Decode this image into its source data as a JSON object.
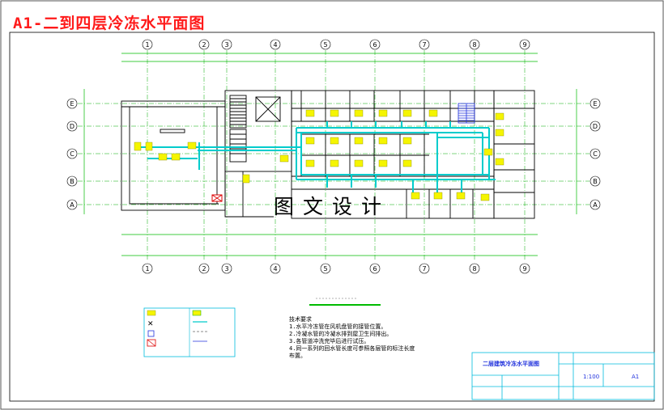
{
  "drawing": {
    "title": "A1-二到四层冷冻水平面图",
    "overlay": "图文设计",
    "grid_columns": [
      "1",
      "2",
      "3",
      "4",
      "5",
      "6",
      "7",
      "8",
      "9"
    ],
    "grid_rows": [
      "E",
      "D",
      "C",
      "B",
      "A"
    ],
    "colors": {
      "pipe": "#00cccc",
      "wall": "#000000",
      "dimension": "#00bb00",
      "grid_line": "#00aa00",
      "fan_coil": "#f5f500",
      "title_red": "#ff1a1a",
      "accent_blue": "#2233dd",
      "table_cyan": "#00bbdd",
      "marker_red": "#dd0000"
    }
  },
  "notes": {
    "header": "技术要求",
    "lines": [
      "1.水平冷冻管在风机盘管的接管位置。",
      "2.冷凝水管的冷凝水排到屋卫生间排出。",
      "3.各管道冲洗完毕后进行试压。",
      "4.同一系列的回水管长度可参照各层管的标注长度",
      "布置。"
    ]
  },
  "title_block": {
    "name": "二层建筑冷冻水平面图",
    "scale": "1:100",
    "sheet": "A1"
  }
}
